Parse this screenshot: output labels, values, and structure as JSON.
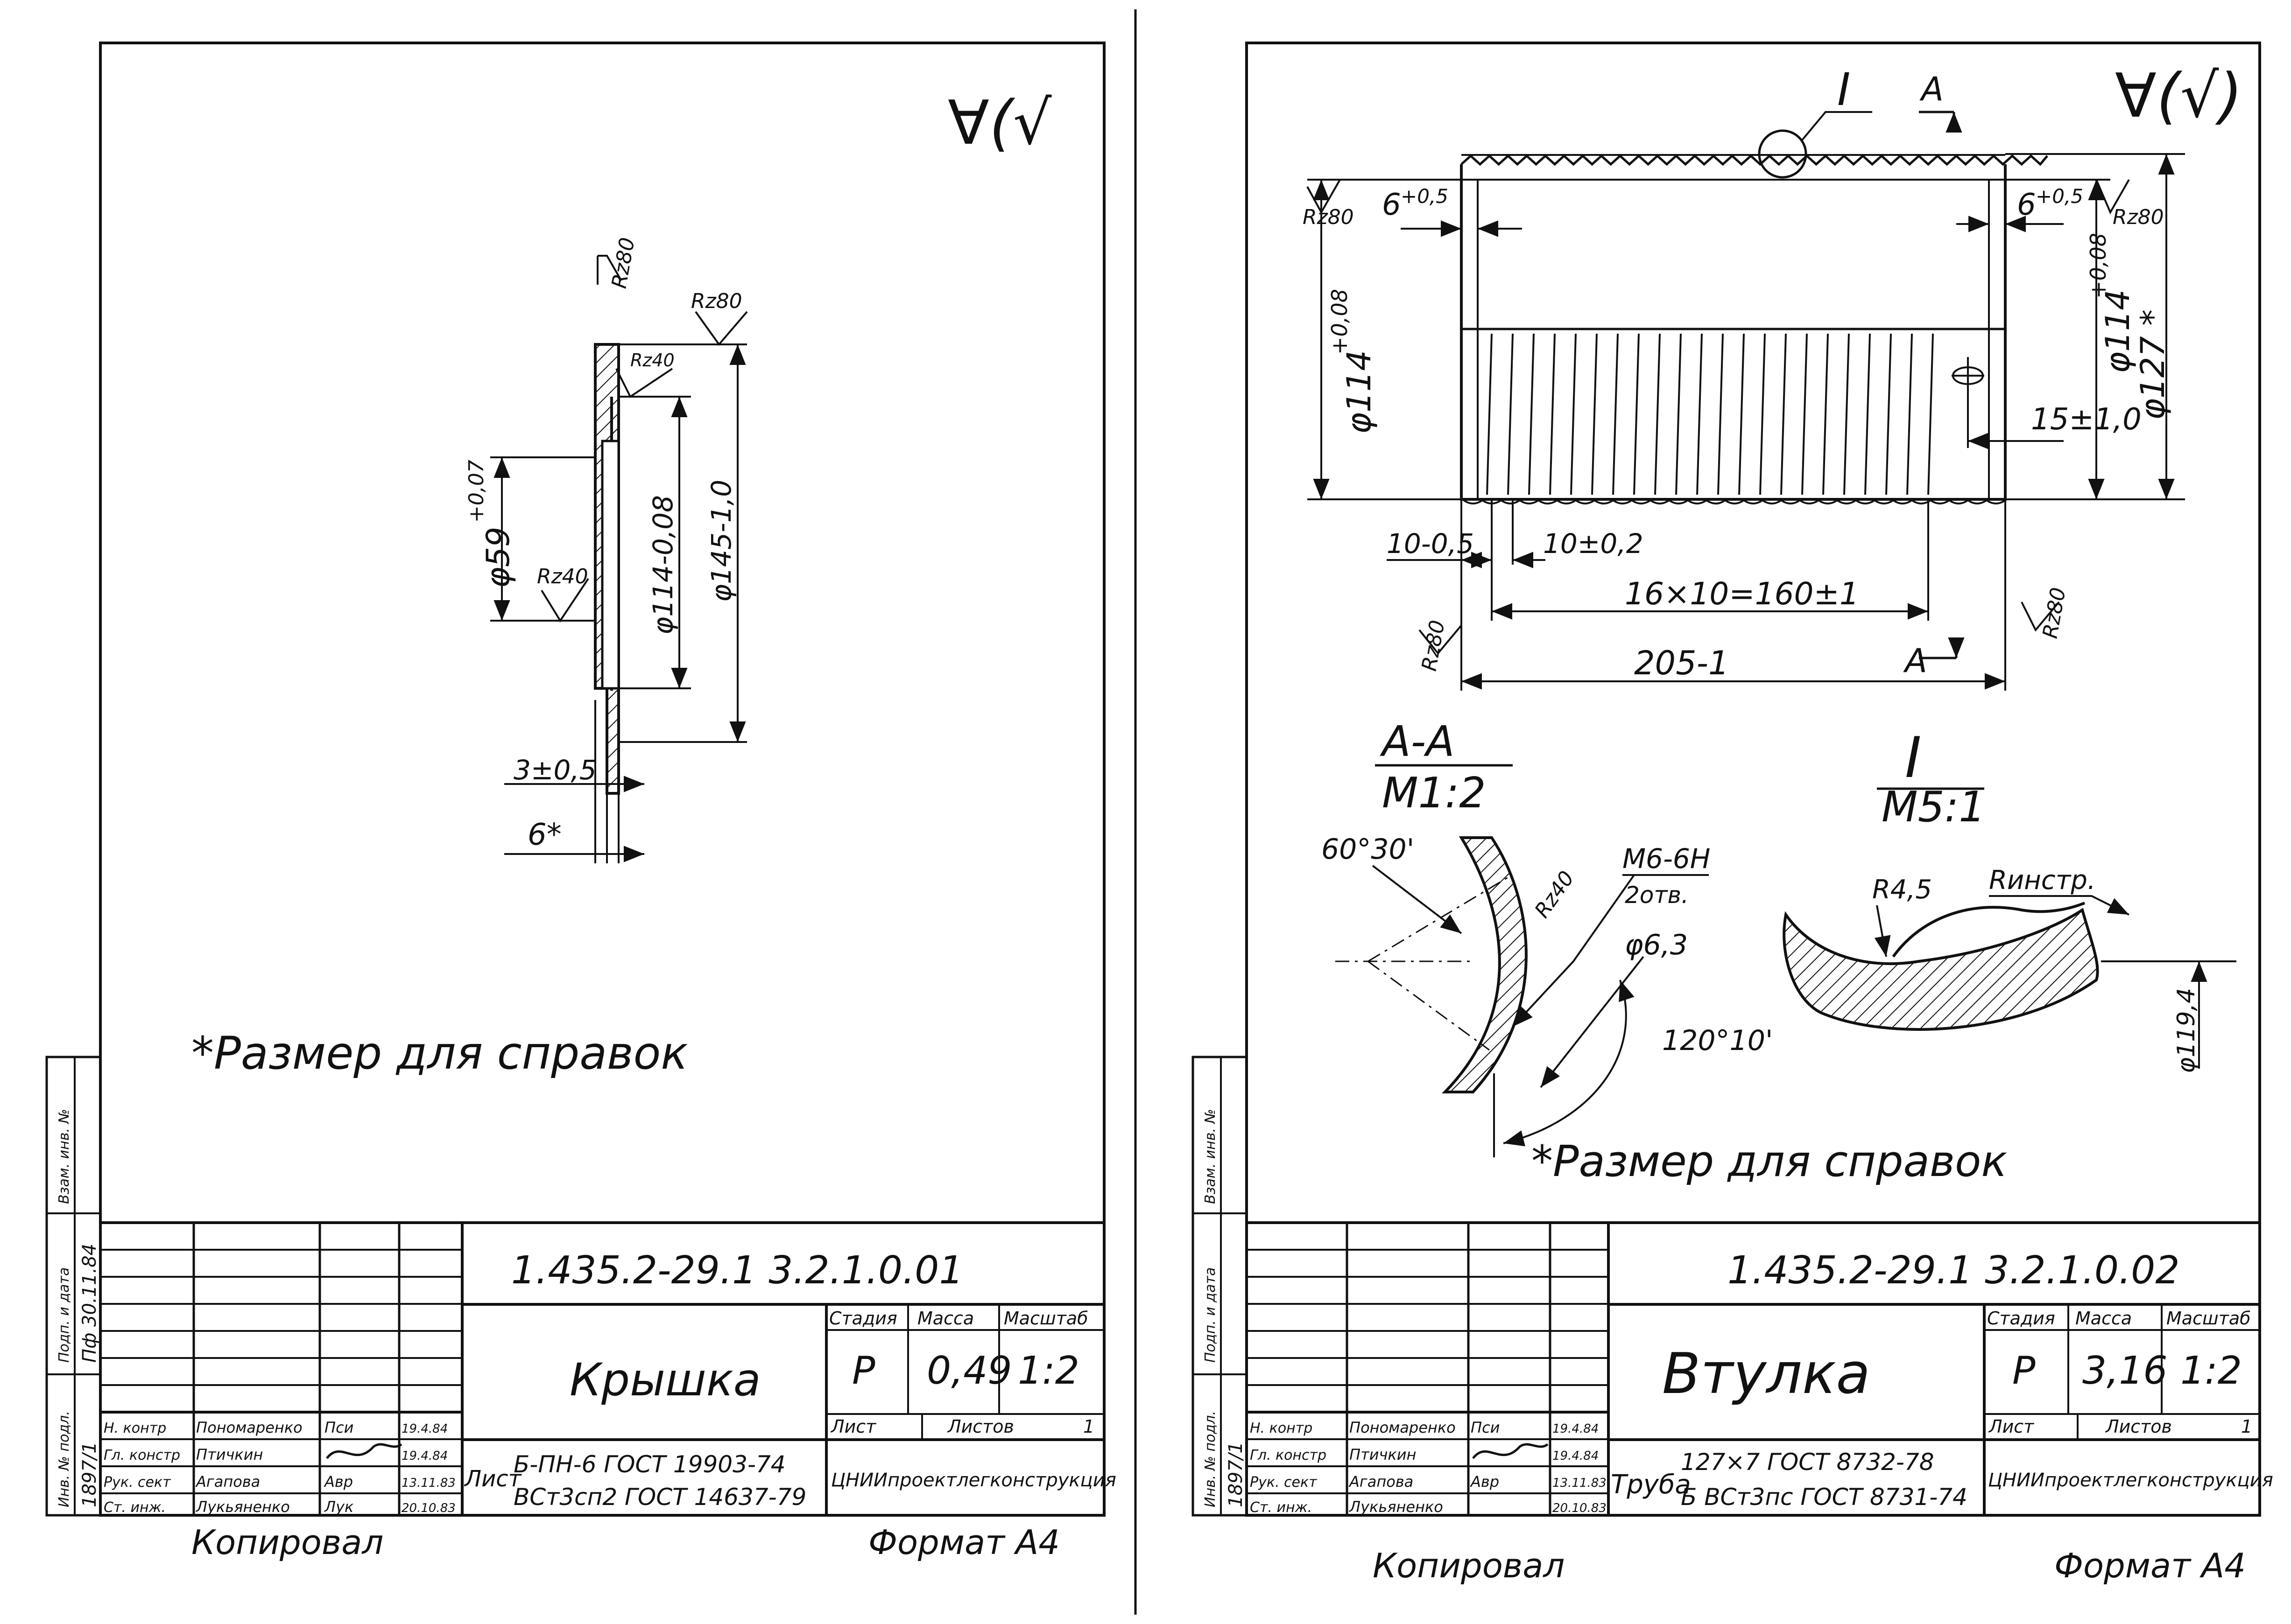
{
  "left_sheet": {
    "roughness_mark": "∀(√",
    "surface_marks": [
      "Rz80",
      "Rz80",
      "Rz40",
      "Rz40"
    ],
    "dims": {
      "d59": "φ59",
      "d59_tol": "+0,07",
      "d114": "φ114-0,08",
      "d145": "φ145-1,0",
      "t3": "3±0,5",
      "t6": "6*"
    },
    "note": "*Размер  для  справок",
    "titleblock": {
      "code": "1.435.2-29.1   3.2.1.0.01",
      "name": "Крышка",
      "hdr_stage": "Стадия",
      "hdr_mass": "Масса",
      "hdr_scale": "Масштаб",
      "stage": "Р",
      "mass": "0,49",
      "scale": "1:2",
      "sheet_label": "Лист",
      "sheets_label": "Листов",
      "sheets": "1",
      "mat_prefix": "Лист",
      "material_1": "Б-ПН-6 ГОСТ 19903-74",
      "material_2": "ВСт3сп2 ГОСТ 14637-79",
      "org": "ЦНИИпроектлегконструкция",
      "people": [
        {
          "role": "Н. контр",
          "name": "Пономаренко",
          "sign": "Пси",
          "date": "19.4.84"
        },
        {
          "role": "Гл. констр",
          "name": "Птичкин",
          "sign": "",
          "date": "19.4.84"
        },
        {
          "role": "Рук. сект",
          "name": "Агапова",
          "sign": "Авр",
          "date": "13.11.83"
        },
        {
          "role": "Ст. инж.",
          "name": "Лукьяненко",
          "sign": "Лук",
          "date": "20.10.83"
        }
      ]
    },
    "side_labels": [
      "Взам. инв. №",
      "Подп. и дата",
      "Инв. № подл."
    ],
    "side_values": [
      "Пф 30.11.84",
      "1897/1"
    ],
    "copied": "Копировал",
    "format": "Формат А4"
  },
  "right_sheet": {
    "roughness_mark": "∀(√)",
    "detail_I": "I",
    "section_mark": "А",
    "surface_marks": [
      "Rz80",
      "Rz80",
      "Rz80",
      "Rz80",
      "Rz40"
    ],
    "dims": {
      "d114_left": "φ114",
      "d114_left_tol": "+0,08",
      "d114_right": "φ114",
      "d114_right_tol": "+0,08",
      "d127": "φ127 *",
      "w6_left": "6",
      "w6_left_tol": "+0,5",
      "w6_right": "6",
      "w6_right_tol": "+0,5",
      "d15": "15±1,0",
      "d10a": "10-0,5",
      "d10b": "10±0,2",
      "pitch": "16×10=160±1",
      "len": "205-1"
    },
    "section_AA": "А-А",
    "section_AA_scale": "М1:2",
    "angle_60": "60°30'",
    "thread": "М6-6Н",
    "thread_count": "2отв.",
    "hole": "φ6,3",
    "angle_120": "120°10'",
    "detail_title": "I",
    "detail_scale": "М5:1",
    "r45": "R4,5",
    "rinstr": "Rинстр.",
    "d119": "φ119,4",
    "note": "*Размер  для  справок",
    "titleblock": {
      "code": "1.435.2-29.1   3.2.1.0.02",
      "name": "Втулка",
      "hdr_stage": "Стадия",
      "hdr_mass": "Масса",
      "hdr_scale": "Масштаб",
      "stage": "Р",
      "mass": "3,16",
      "scale": "1:2",
      "sheet_label": "Лист",
      "sheets_label": "Листов",
      "sheets": "1",
      "mat_prefix": "Труба",
      "material_1": "127×7   ГОСТ 8732-78",
      "material_2": "Б ВСт3пс ГОСТ 8731-74",
      "org": "ЦНИИпроектлегконструкция",
      "people": [
        {
          "role": "Н. контр",
          "name": "Пономаренко",
          "sign": "Пси",
          "date": "19.4.84"
        },
        {
          "role": "Гл. констр",
          "name": "Птичкин",
          "sign": "",
          "date": "19.4.84"
        },
        {
          "role": "Рук. сект",
          "name": "Агапова",
          "sign": "Авр",
          "date": "13.11.83"
        },
        {
          "role": "Ст. инж.",
          "name": "Лукьяненко",
          "sign": "",
          "date": "20.10.83"
        }
      ]
    },
    "side_labels": [
      "Взам. инв. №",
      "Подп. и дата",
      "Инв. № подл."
    ],
    "side_values": [
      "1897/1"
    ],
    "copied": "Копировал",
    "format": "Формат А4"
  }
}
